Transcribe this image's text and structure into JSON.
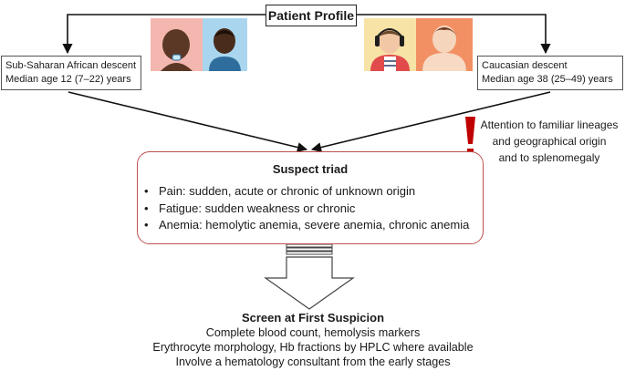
{
  "title": "Patient Profile",
  "left_profile": {
    "line1": "Sub-Saharan African descent",
    "line2": "Median age 12 (7–22) years"
  },
  "right_profile": {
    "line1": "Caucasian descent",
    "line2": "Median age 38 (25–49) years"
  },
  "warning": {
    "symbol": "!",
    "line1": "Attention to familiar lineages",
    "line2": "and geographical origin",
    "line3": "and to splenomegaly",
    "color": "#c00000"
  },
  "triad": {
    "title": "Suspect triad",
    "items": [
      "Pain: sudden, acute or chronic of unknown origin",
      "Fatigue: sudden weakness or chronic",
      "Anemia: hemolytic anemia, severe anemia, chronic anemia"
    ],
    "border_color": "#c0504d"
  },
  "screen": {
    "title": "Screen at First Suspicion",
    "lines": [
      "Complete blood count, hemolysis markers",
      "Erythrocyte morphology, Hb fractions by HPLC where available",
      "Involve a hematology consultant from the early stages"
    ]
  },
  "avatars": [
    {
      "name": "african-infant-avatar",
      "bg": "#f4b7b0",
      "skin": "#5a3825"
    },
    {
      "name": "african-child-avatar",
      "bg": "#a9d6ee",
      "skin": "#4a2c1d"
    },
    {
      "name": "caucasian-teen-avatar",
      "bg": "#f7e3a6",
      "skin": "#f2c7a5"
    },
    {
      "name": "caucasian-adult-avatar",
      "bg": "#f29063",
      "skin": "#f5d6bd"
    }
  ]
}
